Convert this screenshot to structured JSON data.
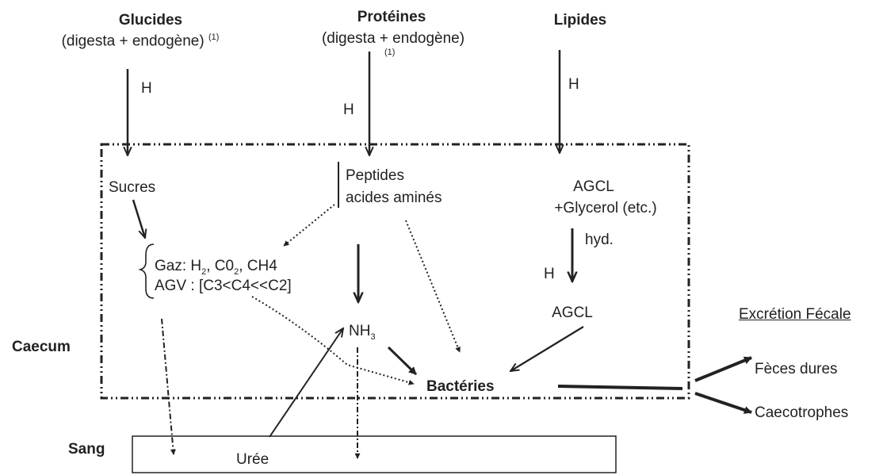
{
  "inputs": {
    "glucides": {
      "title": "Glucides",
      "sub": "(digesta + endogène)",
      "note": "(1)"
    },
    "proteines": {
      "title": "Protéines",
      "sub": "(digesta + endogène)",
      "note": "(1)"
    },
    "lipides": {
      "title": "Lipides"
    }
  },
  "hydrolysis_label": "H",
  "hyd_label": "hyd.",
  "caecum": {
    "label": "Caecum",
    "sucres": "Sucres",
    "peptides": "Peptides",
    "acides_amines": "acides aminés",
    "agcl_top": "AGCL",
    "glycerol": "+Glycerol (etc.)",
    "agcl_bottom": "AGCL",
    "gaz": {
      "prefix": "Gaz: H",
      "sub1": "2",
      "mid": ", C0",
      "sub2": "2",
      "suffix": ", CH4"
    },
    "agv": "AGV : [C3<C4<<C2]",
    "nh3": {
      "base": "NH",
      "sub": "3"
    },
    "bacteries": "Bactéries"
  },
  "sang": {
    "label": "Sang",
    "uree": "Urée"
  },
  "excretion": {
    "title": "Excrétion Fécale",
    "feces_dures": "Fèces dures",
    "caecotrophes": "Caecotrophes"
  }
}
